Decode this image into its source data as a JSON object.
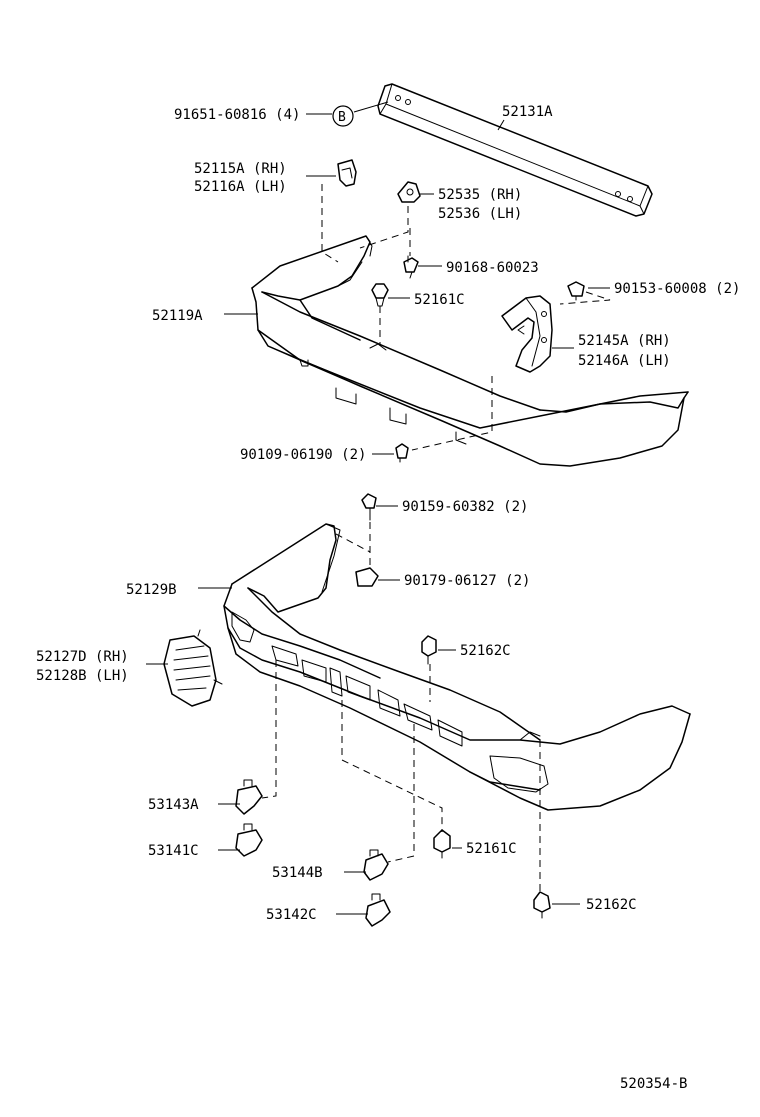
{
  "labels": {
    "l91651": "91651-60816 (4)",
    "callout_b": "B",
    "l52131a": "52131A",
    "l52115a": "52115A (RH)",
    "l52116a": "52116A (LH)",
    "l52535": "52535 (RH)",
    "l52536": "52536 (LH)",
    "l90168": "90168-60023",
    "l90153": "90153-60008 (2)",
    "l52161c_top": "52161C",
    "l52119a": "52119A",
    "l52145a": "52145A (RH)",
    "l52146a": "52146A (LH)",
    "l90109": "90109-06190 (2)",
    "l90159": "90159-60382 (2)",
    "l52129b": "52129B",
    "l90179": "90179-06127 (2)",
    "l52127d": "52127D (RH)",
    "l52128b": "52128B (LH)",
    "l52162c_a": "52162C",
    "l53143a": "53143A",
    "l53141c": "53141C",
    "l52161c_b": "52161C",
    "l53144b": "53144B",
    "l53142c": "53142C",
    "l52162c_b": "52162C",
    "diagram_code": "520354-B"
  }
}
